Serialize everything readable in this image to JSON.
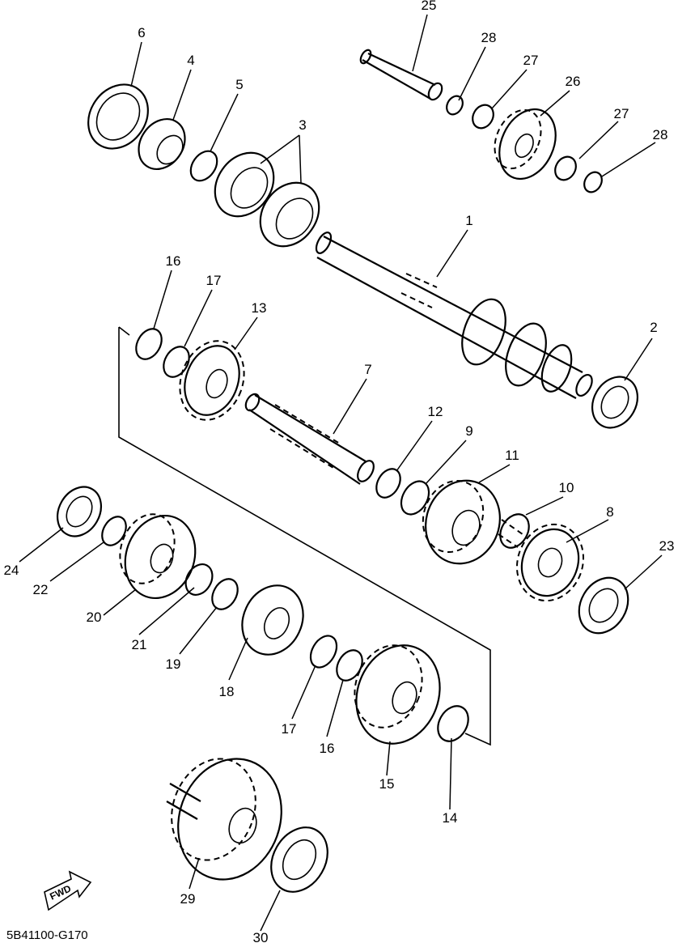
{
  "diagram_code": "5B41100-G170",
  "fwd_label": "FWD",
  "callouts": {
    "c1": "1",
    "c2": "2",
    "c3": "3",
    "c4": "4",
    "c5": "5",
    "c6": "6",
    "c7": "7",
    "c8": "8",
    "c9": "9",
    "c10": "10",
    "c11": "11",
    "c12": "12",
    "c13": "13",
    "c14": "14",
    "c15": "15",
    "c16a": "16",
    "c16b": "16",
    "c17a": "17",
    "c17b": "17",
    "c18": "18",
    "c19": "19",
    "c20": "20",
    "c21": "21",
    "c22": "22",
    "c23": "23",
    "c24": "24",
    "c25": "25",
    "c26": "26",
    "c27a": "27",
    "c27b": "27",
    "c28a": "28",
    "c28b": "28",
    "c29": "29",
    "c30": "30"
  }
}
